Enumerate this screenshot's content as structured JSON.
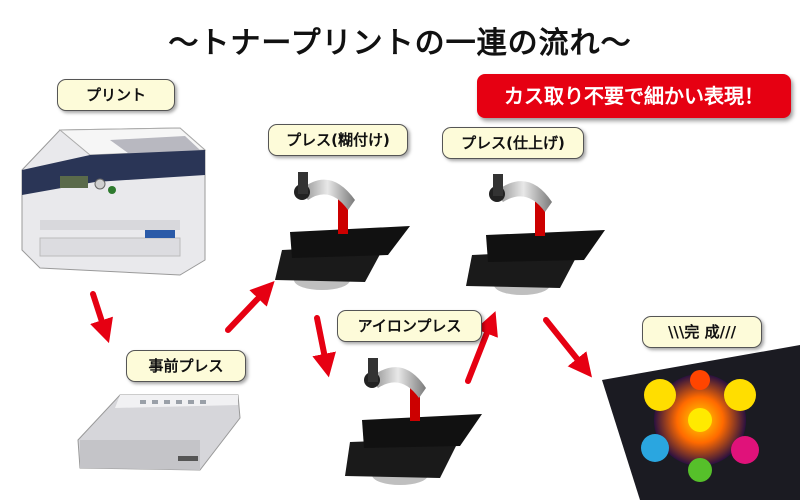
{
  "title": "〜トナープリントの一連の流れ〜",
  "callout": "カス取り不要で細かい表現！",
  "steps": {
    "print": "プリント",
    "pre_press": "事前プレス",
    "press_glue": "プレス(糊付け)",
    "iron_press": "アイロンプレス",
    "press_finish": "プレス(仕上げ)",
    "done": "\\\\\\完 成///"
  },
  "colors": {
    "arrow": "#e60012",
    "label_bg": "#fdfbd9",
    "callout_bg": "#e60012"
  },
  "icons": [
    "printer-image",
    "laminator-image",
    "heat-press-image",
    "finished-print-image",
    "arrow-icon"
  ]
}
